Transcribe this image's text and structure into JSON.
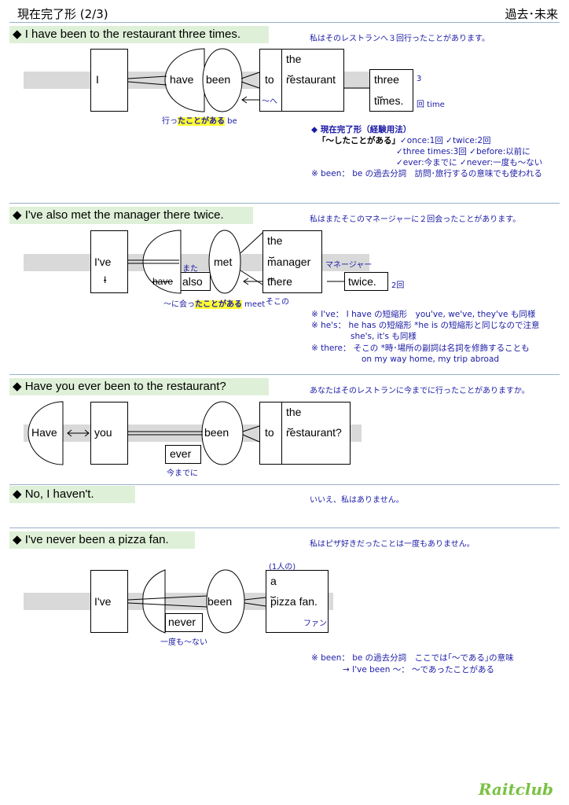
{
  "header": {
    "left": "現在完了形 (2/3)",
    "right": "過去･未来"
  },
  "s1": {
    "sentence": "◆ I have been to the restaurant three times.",
    "translation": "私はそのレストランへ３回行ったことがあります。",
    "words": {
      "i": "I",
      "have": "have",
      "been": "been",
      "to": "to",
      "the": "the",
      "restaurant": "restaurant",
      "three": "three",
      "times": "times."
    },
    "annotations": {
      "num3": "3",
      "kai": "回 time",
      "to_ja": "～へ",
      "itta": "行っ",
      "takotogaaru": "たことがある",
      "be": " be"
    },
    "notes": {
      "title": "◆ 現在完了形（経験用法）",
      "l1a": "「～したことがある」",
      "l1b": "✓once:1回 ✓twice:2回",
      "l2": "✓three times:3回 ✓before:以前に",
      "l3": "✓ever:今までに ✓never:一度も～ない",
      "l4": "※ been： be の過去分詞　訪問･旅行するの意味でも使われる"
    }
  },
  "s2": {
    "sentence": "◆ I've also met the manager there twice.",
    "translation": "私はまたそこのマネージャーに２回会ったことがあります。",
    "words": {
      "ive": "I've",
      "i_strike": "I",
      "have_strike": "have",
      "also": "also",
      "met": "met",
      "the": "the",
      "manager": "manager",
      "there": "there",
      "twice": "twice."
    },
    "annotations": {
      "mata": "また",
      "manager_ja": "マネージャー",
      "soko": "そこの",
      "nikai": "2回",
      "ni_atta": "～に会っ",
      "takotogaaru": "たことがある",
      "meet": " meet"
    },
    "notes": {
      "l1": "※ I've： I have の短縮形　you've, we've, they've も同様",
      "l2": "※ he's： he has の短縮形 *he is の短縮形と同じなので注意",
      "l3": "she's, it's も同様",
      "l4": "※ there： そこの *時･場所の副詞は名詞を修飾することも",
      "l5": "on my way home, my trip abroad"
    }
  },
  "s3": {
    "sentence": "◆ Have you ever been to the restaurant?",
    "translation": "あなたはそのレストランに今までに行ったことがありますか。",
    "words": {
      "have": "Have",
      "you": "you",
      "ever": "ever",
      "been": "been",
      "to": "to",
      "the": "the",
      "restaurant": "restaurant?"
    },
    "annotations": {
      "imamade": "今までに"
    }
  },
  "s4": {
    "sentence": "◆ No, I haven't.",
    "translation": "いいえ、私はありません。"
  },
  "s5": {
    "sentence": "◆ I've never been a pizza fan.",
    "translation": "私はピザ好きだったことは一度もありません。",
    "words": {
      "ive": "I've",
      "never": "never",
      "been": "been",
      "a": "a",
      "pizza_fan": "pizza fan."
    },
    "annotations": {
      "hitori": "(1人の)",
      "fan_ja": "ファン",
      "ichido": "一度も～ない"
    },
    "notes": {
      "l1": "※ been： be の過去分詞　ここでは｢～である｣の意味",
      "l2": "→ I've been ～： ～であったことがある"
    }
  },
  "logo": "Raitclub"
}
